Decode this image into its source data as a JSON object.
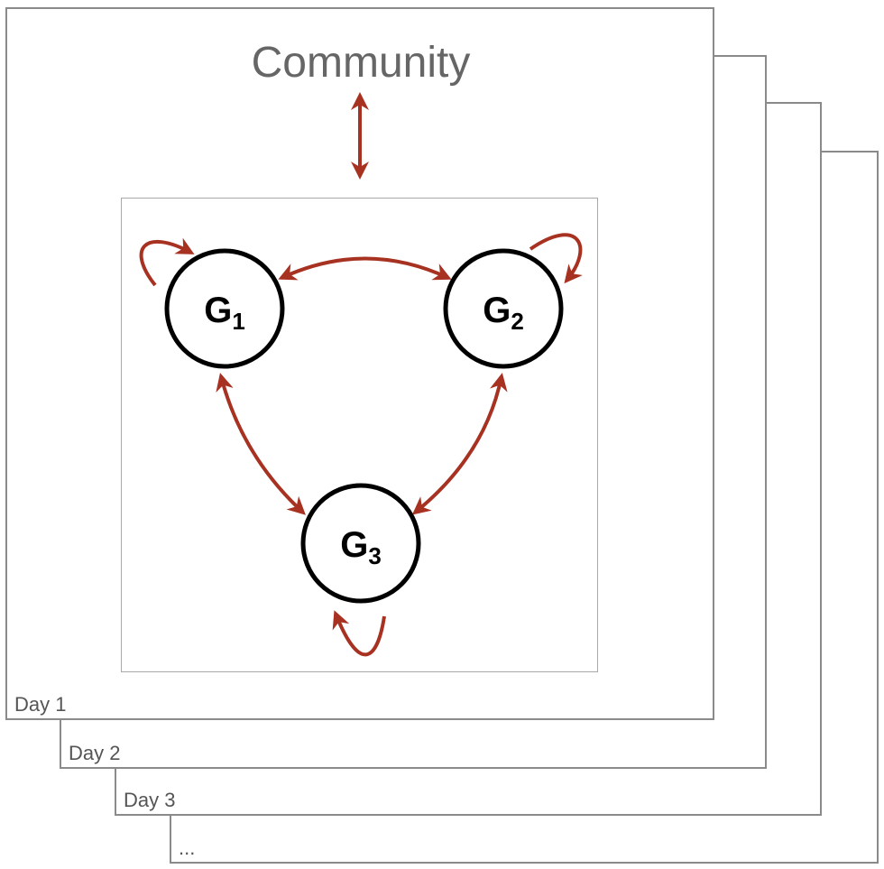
{
  "colors": {
    "arrow": "#a83222",
    "frame": "#8a8a8a",
    "text_gray": "#666666",
    "node_stroke": "#000000"
  },
  "community": {
    "title": "Community"
  },
  "days": [
    {
      "label": "Day 1"
    },
    {
      "label": "Day 2"
    },
    {
      "label": "Day 3"
    },
    {
      "label": "..."
    }
  ],
  "nodes": [
    {
      "letter": "G",
      "index": "1"
    },
    {
      "letter": "G",
      "index": "2"
    },
    {
      "letter": "G",
      "index": "3"
    }
  ]
}
